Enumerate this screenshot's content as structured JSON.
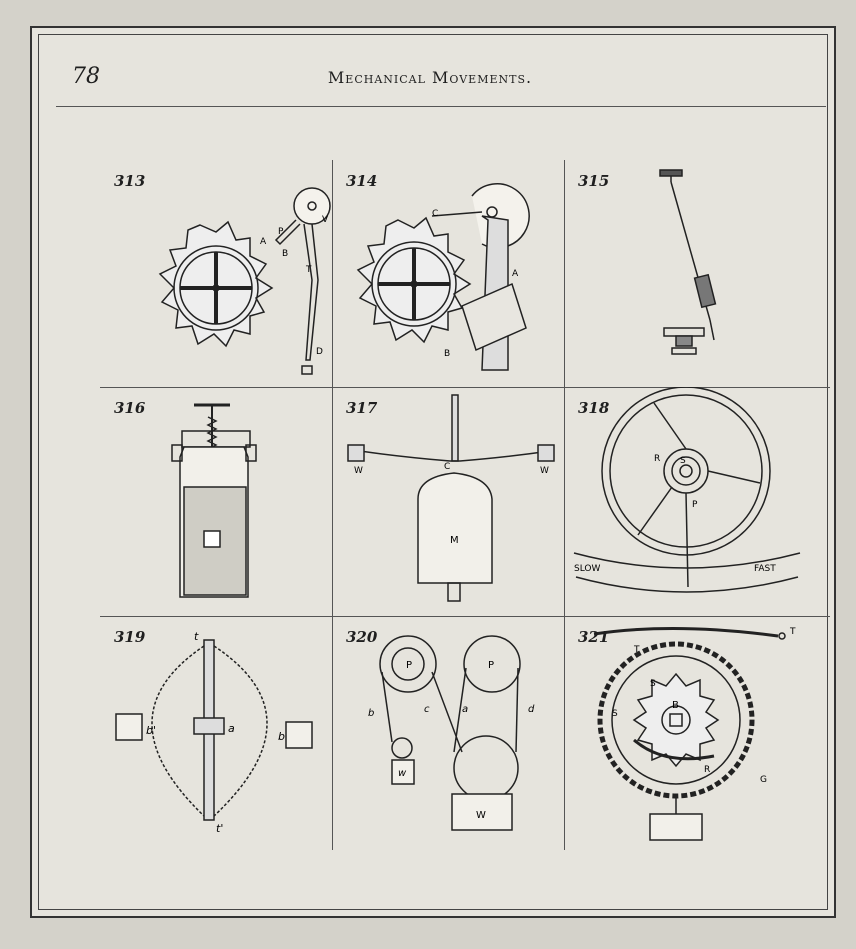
{
  "header": {
    "page_number": "78",
    "running_title": "Mechanical Movements."
  },
  "figures": [
    {
      "number": "313",
      "labels": [
        "A",
        "P",
        "V",
        "B",
        "T",
        "D"
      ]
    },
    {
      "number": "314",
      "labels": [
        "C",
        "A",
        "B"
      ]
    },
    {
      "number": "315",
      "labels": []
    },
    {
      "number": "316",
      "labels": []
    },
    {
      "number": "317",
      "labels": [
        "C",
        "W",
        "W",
        "M"
      ]
    },
    {
      "number": "318",
      "labels": [
        "R",
        "S",
        "P",
        "SLOW",
        "FAST"
      ]
    },
    {
      "number": "319",
      "labels": [
        "t",
        "b'",
        "a",
        "b",
        "t'"
      ]
    },
    {
      "number": "320",
      "labels": [
        "P",
        "P",
        "b",
        "c",
        "a",
        "d",
        "w",
        "W"
      ]
    },
    {
      "number": "321",
      "labels": [
        "T",
        "T",
        "S",
        "S",
        "B",
        "R",
        "G"
      ]
    }
  ]
}
